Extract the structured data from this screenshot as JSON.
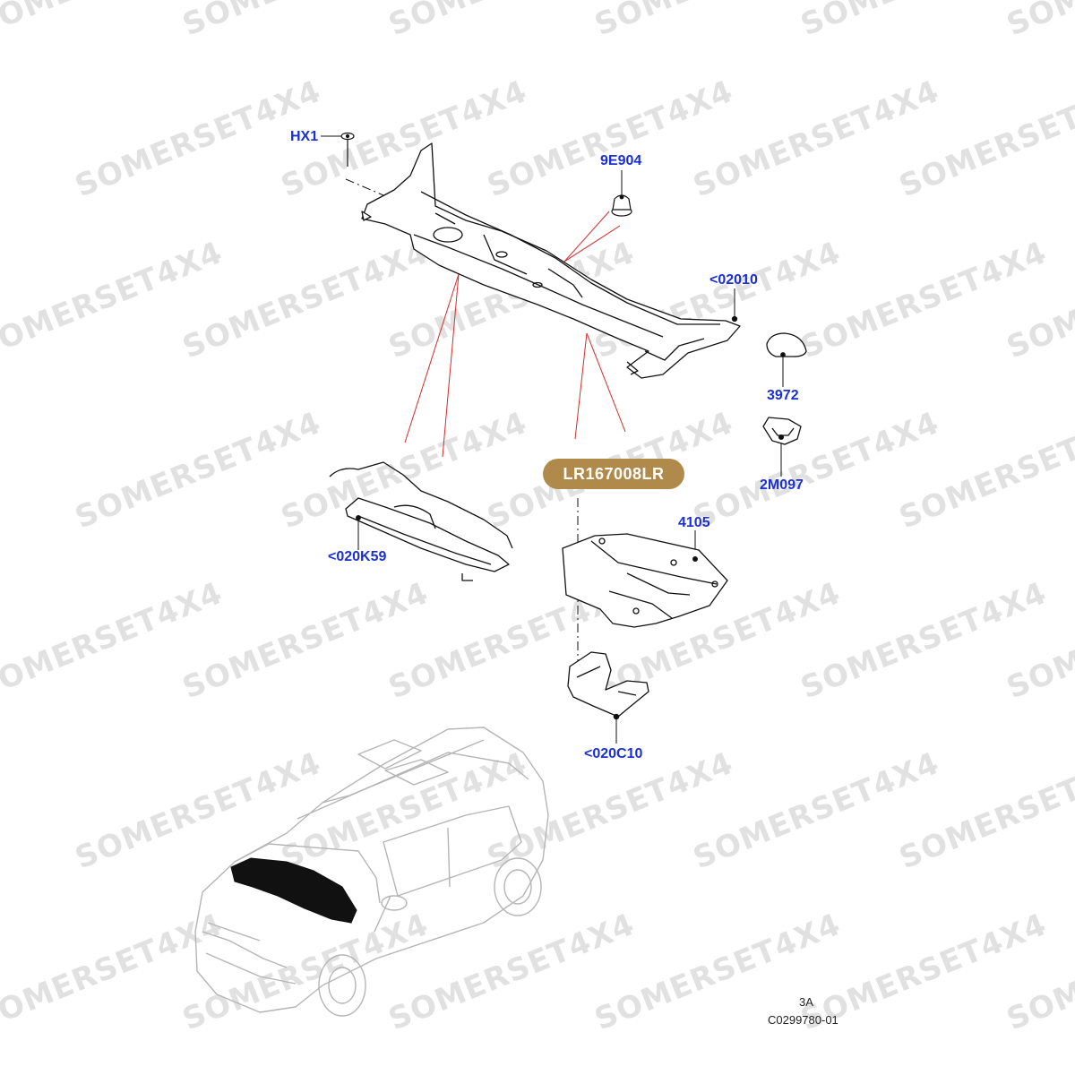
{
  "watermark": "SOMERSET4X4",
  "badge": "LR167008LR",
  "callouts": {
    "hx1": "HX1",
    "n9e904": "9E904",
    "n02010": "<02010",
    "n3972": "3972",
    "n2m097": "2M097",
    "n020k59": "<020K59",
    "n4105": "4105",
    "n020c10": "<020C10"
  },
  "footer": {
    "sheet": "3A",
    "code": "C0299780-01"
  },
  "colors": {
    "callout_text": "#1a2fd6",
    "badge_bg": "#b08a4a",
    "leader_red": "#d42a2a",
    "highlight_panel": "#111111"
  }
}
